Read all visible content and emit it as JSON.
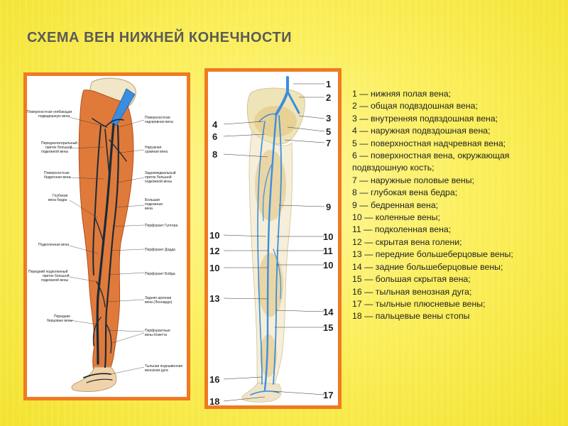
{
  "slide": {
    "title": "СХЕМА ВЕН НИЖНЕЙ КОНЕЧНОСТИ"
  },
  "left_figure": {
    "labels_left": [
      "Поверхностная огибающая",
      "подвздошную вена",
      "Переднелатеральный",
      "приток большой",
      "подкожной вены",
      "Поверхностная",
      "бедренная вена",
      "Глубокая",
      "вена бедра",
      "Подколенная вена",
      "Передний подколенный",
      "приток большой",
      "подкожной вены",
      "Передние",
      "берцовые вены"
    ],
    "labels_right": [
      "Поверхностная",
      "надчревная вена",
      "Наружная",
      "срамная вена",
      "Заднемедиальный",
      "приток большой",
      "подкожной вены",
      "Большая",
      "подкожная",
      "вена",
      "Перфорант Гунтера",
      "Перфорант Додда",
      "Перфорант Бойда",
      "Задняя арочная",
      "вена (Леонардо)",
      "Перфорантные",
      "вены Кокетта",
      "Тыльная подошвенная",
      "венозная дуга"
    ]
  },
  "right_figure": {
    "numbers_right": [
      "1",
      "2",
      "3",
      "5",
      "7",
      "9",
      "10",
      "11",
      "10",
      "14",
      "15",
      "17"
    ],
    "numbers_left": [
      "4",
      "6",
      "8",
      "10",
      "12",
      "10",
      "13",
      "16",
      "18"
    ]
  },
  "legend": {
    "items": [
      "1 — нижняя полая вена;",
      "2 — общая подвздошная вена;",
      "3 — внутренняя подвздошная вена;",
      "4 — наружная подвздошная вена;",
      "5 — поверхностная надчревная вена;",
      "6 — поверхностная вена, окружающая подвздошную кость;",
      "7 — наружные половые вены;",
      "8 — глубокая вена бедра;",
      "9 — бедренная вена;",
      "10 — коленные вены;",
      "11 — подколенная вена;",
      "12 — скрытая вена голени;",
      "13 — передние большеберцовые вены;",
      "14 — задние большеберцовые вены;",
      "15 — большая скрытая вена;",
      "16 — тыльная венозная дуга;",
      "17 — тыльные плюсневые вены;",
      "18 — пальцевые вены стопы"
    ]
  },
  "colors": {
    "frame": "#f07a22",
    "title": "#5a5a5a",
    "background": "#f6e63a",
    "skin": "#e07a3a",
    "vein_dark": "#1a2a3a",
    "vein_blue": "#3a8ee0"
  }
}
